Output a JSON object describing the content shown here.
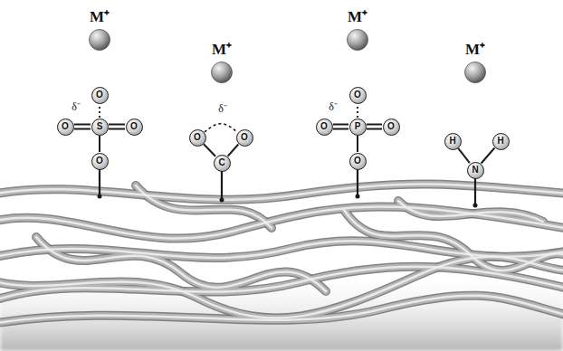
{
  "diagram": {
    "nodes": [
      {
        "text": [
          "M⁺"
        ]
      },
      {
        "text": [
          "O"
        ]
      },
      {
        "text": [
          "O"
        ]
      },
      {
        "text": [
          "S"
        ]
      },
      {
        "text": [
          "O"
        ]
      },
      {
        "text": [
          "O"
        ]
      },
      {
        "text": [
          "M⁺"
        ]
      },
      {
        "text": [
          "O"
        ]
      },
      {
        "text": [
          "O"
        ]
      },
      {
        "text": [
          "C"
        ]
      },
      {
        "text": [
          "M⁺"
        ]
      },
      {
        "text": [
          "O"
        ]
      },
      {
        "text": [
          "O"
        ]
      },
      {
        "text": [
          "P"
        ]
      },
      {
        "text": [
          "O"
        ]
      },
      {
        "text": [
          "O"
        ]
      },
      {
        "text": [
          "M⁺"
        ]
      },
      {
        "text": [
          "H"
        ]
      },
      {
        "text": [
          "H"
        ]
      },
      {
        "text": [
          "N"
        ]
      }
    ],
    "edges": [
      {
        "from": 3,
        "to": 1,
        "arrow": "none"
      },
      {
        "from": 2,
        "to": 3,
        "arrow": "none"
      },
      {
        "from": 3,
        "to": 4,
        "arrow": "none"
      },
      {
        "from": 3,
        "to": 5,
        "arrow": "none"
      },
      {
        "from": 7,
        "to": 9,
        "arrow": "none"
      },
      {
        "from": 8,
        "to": 9,
        "arrow": "none"
      },
      {
        "from": 7,
        "to": 8,
        "arrow": "none"
      },
      {
        "from": 13,
        "to": 11,
        "arrow": "none"
      },
      {
        "from": 12,
        "to": 13,
        "arrow": "none"
      },
      {
        "from": 13,
        "to": 14,
        "arrow": "none"
      },
      {
        "from": 13,
        "to": 15,
        "arrow": "none"
      },
      {
        "from": 19,
        "to": 17,
        "arrow": "none"
      },
      {
        "from": 19,
        "to": 18,
        "arrow": "none"
      }
    ],
    "labels": [
      "δ⁻",
      "δ⁻",
      "δ⁻"
    ]
  }
}
